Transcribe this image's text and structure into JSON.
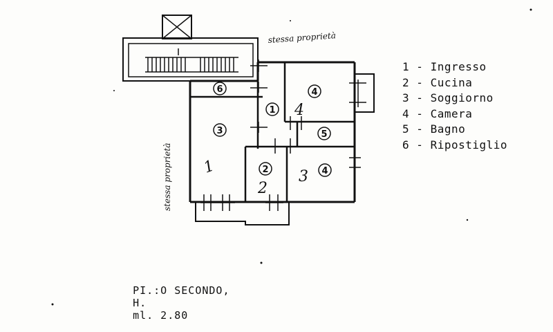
{
  "floor_plan": {
    "rooms": [
      {
        "number": "1",
        "name": "Ingresso"
      },
      {
        "number": "2",
        "name": "Cucina"
      },
      {
        "number": "3",
        "name": "Soggiorno"
      },
      {
        "number": "4",
        "name": "Camera"
      },
      {
        "number": "5",
        "name": "Bagno"
      },
      {
        "number": "6",
        "name": "Ripostiglio"
      }
    ],
    "room_markers": [
      "6",
      "1",
      "4",
      "3",
      "5",
      "2",
      "4"
    ],
    "handwritten": {
      "top_note": "stessa proprietà",
      "left_note": "stessa proprietà",
      "marks": [
        "1",
        "4",
        "2",
        "3"
      ]
    }
  },
  "legend": {
    "separator": "-",
    "items": [
      {
        "number": "1",
        "name": "Ingresso"
      },
      {
        "number": "2",
        "name": "Cucina"
      },
      {
        "number": "3",
        "name": "Soggiorno"
      },
      {
        "number": "4",
        "name": "Camera"
      },
      {
        "number": "5",
        "name": "Bagno"
      },
      {
        "number": "6",
        "name": "Ripostiglio"
      }
    ]
  },
  "caption": {
    "floor": "PI.:O SECONDO,",
    "height_label": "H.",
    "height_value": "ml. 2.80"
  }
}
